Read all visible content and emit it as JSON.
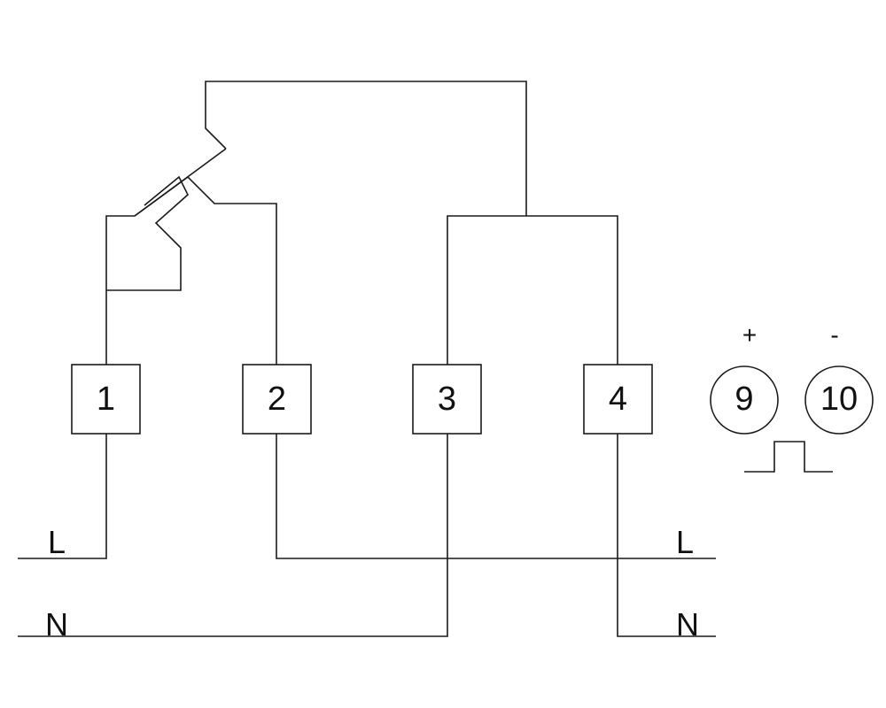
{
  "terminals": [
    {
      "id": "1",
      "label": "1"
    },
    {
      "id": "2",
      "label": "2"
    },
    {
      "id": "3",
      "label": "3"
    },
    {
      "id": "4",
      "label": "4"
    }
  ],
  "pulse_outputs": [
    {
      "label": "9",
      "sign": "+"
    },
    {
      "label": "10",
      "sign": "-"
    }
  ],
  "lines": {
    "left_live": "L",
    "left_neutral": "N",
    "right_live": "L",
    "right_neutral": "N"
  }
}
